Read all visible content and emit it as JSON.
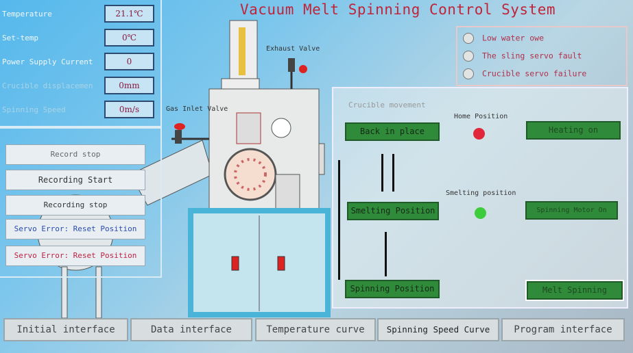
{
  "title": "Vacuum Melt Spinning Control System",
  "readouts": [
    {
      "label": "Temperature",
      "value": "21.1℃"
    },
    {
      "label": "Set-temp",
      "value": "0℃"
    },
    {
      "label": "Power Supply Current",
      "value": "0"
    },
    {
      "label": "Crucible displacemen",
      "value": "0mm"
    },
    {
      "label": "Spinning Speed",
      "value": "0m/s"
    }
  ],
  "recording": {
    "record_stop": "Record stop",
    "recording_start": "Recording Start",
    "recording_stop": "Recording stop",
    "servo_reset_1": "Servo Error: Reset Position",
    "servo_reset_2": "Servo Error: Reset Position"
  },
  "machine": {
    "exhaust_valve": "Exhaust Valve",
    "gas_inlet_valve": "Gas Inlet Valve"
  },
  "alarms": [
    {
      "label": "Low water owe"
    },
    {
      "label": "The sling servo fault"
    },
    {
      "label": "Crucible servo failure"
    }
  ],
  "crucible": {
    "title": "Crucible movement",
    "home_position": "Home Position",
    "smelting_position_label": "Smelting position",
    "back_in_place": "Back in place",
    "smelting_position": "Smelting Position",
    "spinning_position": "Spinning Position",
    "heating_on": "Heating on",
    "spinning_motor_on": "Spinning Motor On",
    "melt_spinning": "Melt Spinning",
    "home_indicator_color": "#e0283a",
    "smelting_indicator_color": "#3ccc3c"
  },
  "tabs": [
    "Initial interface",
    "Data interface",
    "Temperature curve",
    "Spinning Speed Curve",
    "Program interface"
  ]
}
